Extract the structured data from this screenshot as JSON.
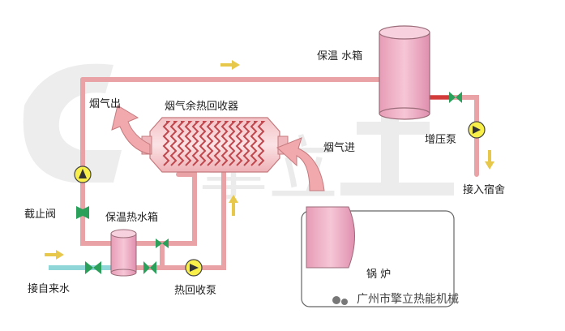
{
  "labels": {
    "insulated_tank": "保温 水箱",
    "flue_gas_out": "烟气出",
    "heat_recovery_unit": "烟气余热回收器",
    "flue_gas_in": "烟气进",
    "booster_pump": "增压泵",
    "to_dormitory": "接入宿舍",
    "stop_valve": "截止阀",
    "insulated_hot_water_tank": "保温热水箱",
    "from_tap_water": "接自来水",
    "heat_recovery_pump": "热回收泵",
    "boiler": "锅 炉"
  },
  "watermark": {
    "logo_text": "擎立",
    "company": "广州市擎立热能机械"
  },
  "colors": {
    "pipe": "#e9a3a6",
    "pipe_stroke": "#c57a7e",
    "tank_fill": "#f2b8cc",
    "tank_stroke": "#9a6b78",
    "arrow_fill": "#f1a9ae",
    "valve": "#2aa05a",
    "pump_fill": "#f8ef4a",
    "inlet_pipe": "#8fd6d8",
    "small_arrow": "#e8c84a",
    "hot_pipe": "#d33b3b"
  }
}
